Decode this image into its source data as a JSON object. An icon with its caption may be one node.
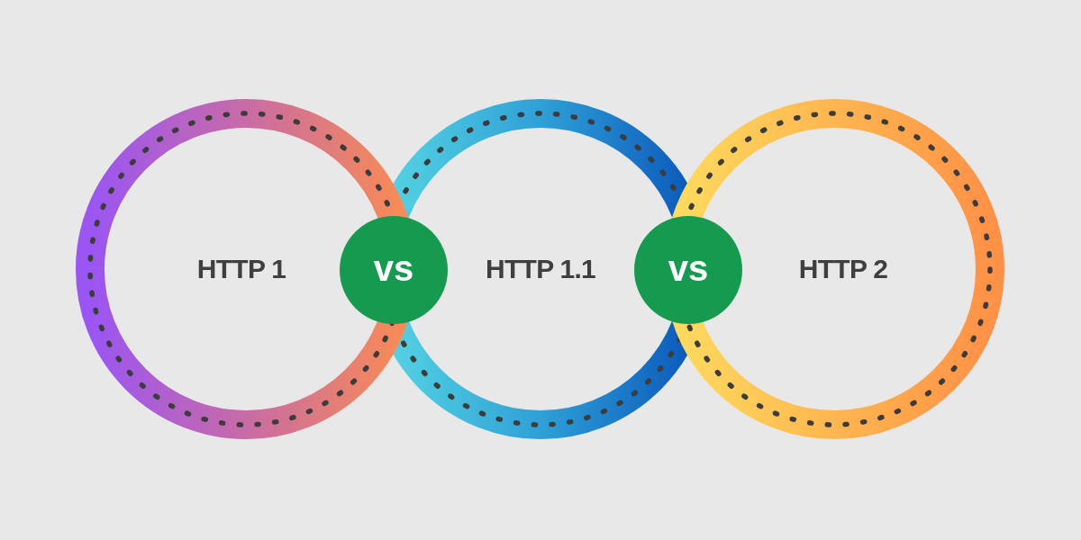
{
  "diagram": {
    "nodes": [
      {
        "text": [
          "HTTP 1"
        ]
      },
      {
        "text": [
          "vs"
        ]
      },
      {
        "text": [
          "HTTP 1.1"
        ]
      },
      {
        "text": [
          "vs"
        ]
      },
      {
        "text": [
          "HTTP 2"
        ]
      }
    ]
  }
}
